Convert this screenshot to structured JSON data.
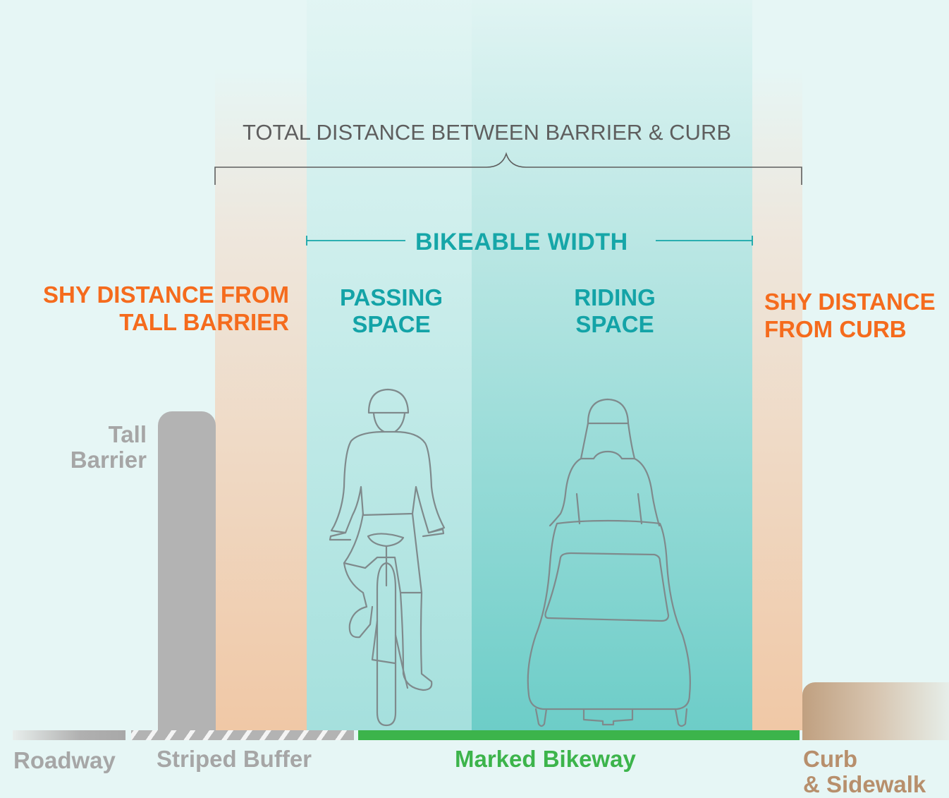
{
  "header": {
    "total_distance_label": "TOTAL DISTANCE BETWEEN BARRIER & CURB",
    "bikeable_width_label": "BIKEABLE WIDTH"
  },
  "zones": {
    "shy_left": {
      "line1": "SHY DISTANCE FROM",
      "line2": "TALL BARRIER"
    },
    "passing": {
      "line1": "PASSING",
      "line2": "SPACE"
    },
    "riding": {
      "line1": "RIDING",
      "line2": "SPACE"
    },
    "shy_right": {
      "line1": "SHY DISTANCE",
      "line2": "FROM CURB"
    }
  },
  "objects": {
    "tall_barrier": {
      "line1": "Tall",
      "line2": "Barrier"
    }
  },
  "ground": {
    "roadway": "Roadway",
    "striped_buffer": "Striped Buffer",
    "marked_bikeway": "Marked Bikeway",
    "curb": {
      "line1": "Curb",
      "line2": "& Sidewalk"
    }
  },
  "colors": {
    "shy": "#f56b1d",
    "bikeable": "#16a6a8",
    "bikeway": "#3cb44b",
    "barrier": "#a6a6a6",
    "curb": "#b78f6c",
    "figure_stroke": "#7f8a8c"
  }
}
